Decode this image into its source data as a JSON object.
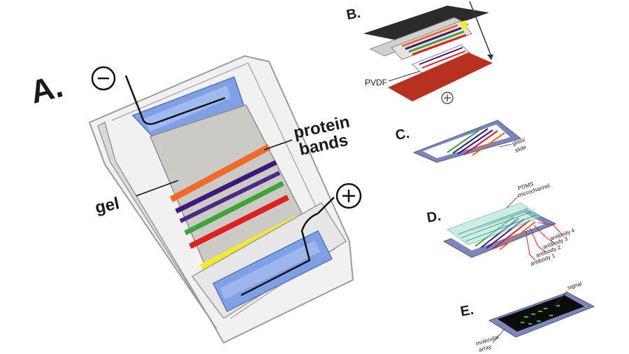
{
  "panels": {
    "a": {
      "letter": "A.",
      "minus": "⊖",
      "plus": "⊕",
      "label_bands_1": "protein",
      "label_bands_2": "bands",
      "label_gel": "gel"
    },
    "b": {
      "letter": "B.",
      "pvdf": "PVDF",
      "plus": "⊕"
    },
    "c": {
      "letter": "C.",
      "slide_1": "glass",
      "slide_2": "slide"
    },
    "d": {
      "letter": "D.",
      "pdms_1": "PDMS",
      "pdms_2": "microchannel",
      "antibodies": [
        "antibody 4",
        "antibody 3",
        "antibody 2",
        "antibody 1"
      ]
    },
    "e": {
      "letter": "E.",
      "signal": "signal",
      "molecular_1": "molecular",
      "molecular_2": "array"
    }
  },
  "colors": {
    "band_orange": "#f26a2a",
    "band_purple": "#3b1a7a",
    "band_green": "#3aa635",
    "band_red": "#e02020",
    "band_yellow": "#f2ea2a",
    "buffer_blue": "#7fa0e6",
    "slide": "#7c86b8",
    "membrane": "#b83020",
    "signal": "#29c24a"
  },
  "icons": [
    "minus-electrode-icon",
    "plus-electrode-icon"
  ]
}
